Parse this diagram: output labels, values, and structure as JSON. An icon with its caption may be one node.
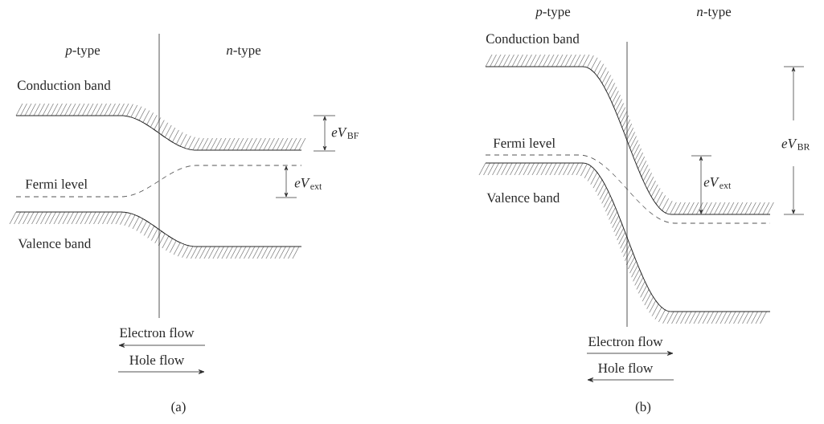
{
  "diagram": {
    "labels": [
      "*p*-type",
      "*n*-type",
      "Conduction band",
      "*eV*$_{BF}$",
      "Fermi level",
      "*eV*$_{ext}$",
      "Valence band",
      "Electron flow",
      "Hole flow",
      "(a)",
      "*p*-type",
      "*n*-type",
      "Conduction band",
      "Fermi level",
      "*eV*$_{BR}$",
      "*eV*$_{ext}$",
      "Valence band",
      "Electron flow",
      "Hole flow",
      "(b)"
    ]
  }
}
